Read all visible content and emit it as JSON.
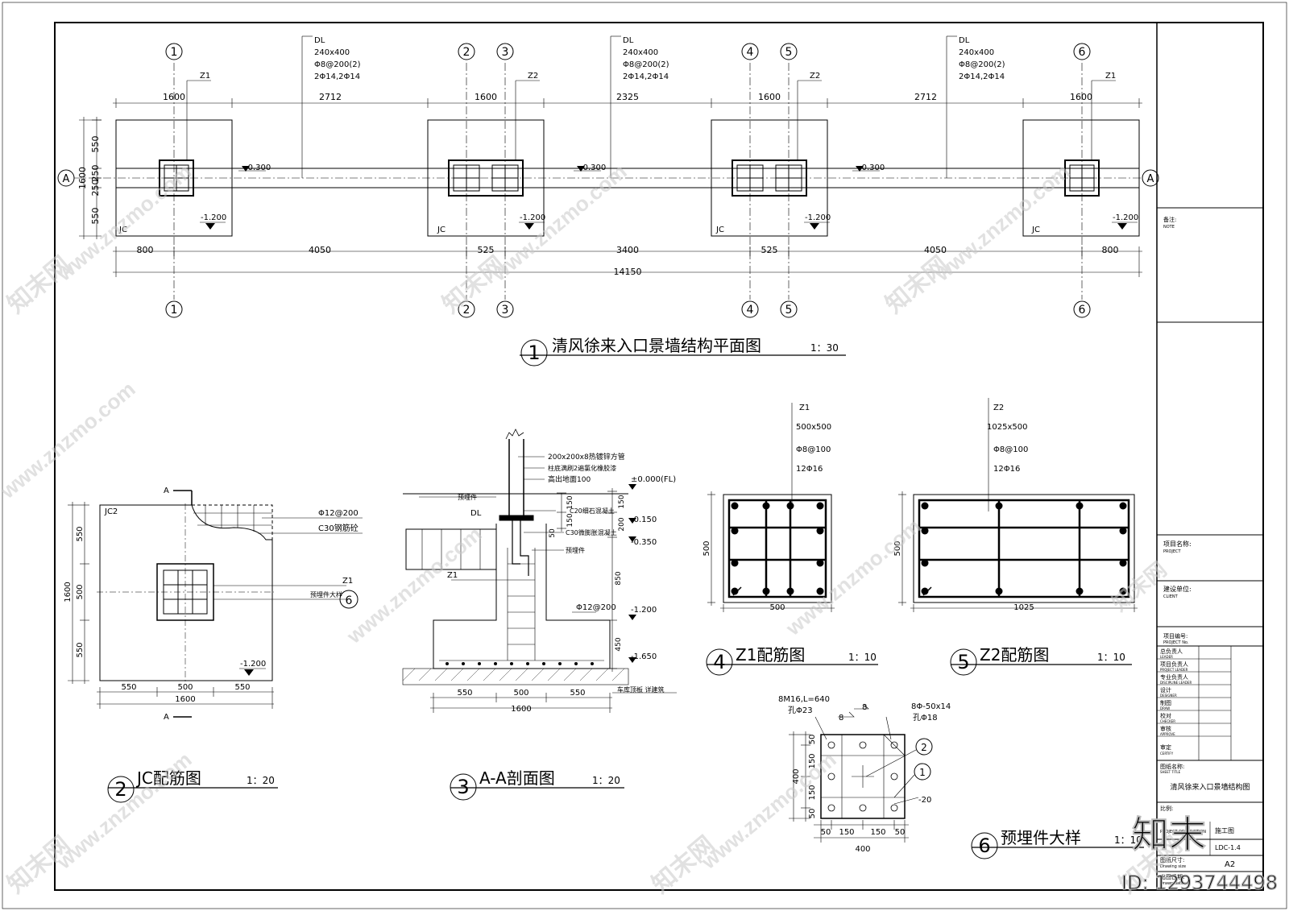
{
  "watermark": {
    "site": "www.znzmo.com",
    "brand": "知末网",
    "logo_text": "知末",
    "id_label": "ID: 1293744498"
  },
  "plan": {
    "title": "清风徐来入口景墙结构平面图",
    "scale": "1：30",
    "number": "1",
    "grid_labels": [
      "1",
      "2",
      "3",
      "4",
      "5",
      "6"
    ],
    "row_label": "A",
    "beam_notes": [
      "DL",
      "240x400",
      "Φ8@200(2)",
      "2Φ14,2Φ14"
    ],
    "column_tags": [
      "Z1",
      "Z2",
      "Z2",
      "Z1"
    ],
    "top_dims": [
      "1600",
      "2712",
      "1600",
      "2325",
      "1600",
      "2712",
      "1600"
    ],
    "bottom_dims": [
      "800",
      "4050",
      "525",
      "3400",
      "525",
      "4050",
      "800"
    ],
    "total_dim": "14150",
    "left_dims": [
      "550",
      "250",
      "250",
      "550"
    ],
    "left_total": "1600",
    "elev_beam": "-0.300",
    "elev_footing": "-1.200",
    "footing_tag": "JC"
  },
  "jc_detail": {
    "number": "2",
    "title": "JC配筋图",
    "scale": "1：20",
    "tag": "JC2",
    "rebar": "Φ12@200",
    "concrete": "C30钢筋砼",
    "col_tag": "Z1",
    "embed_note": "预埋件大样",
    "embed_ref": "6",
    "elev": "-1.200",
    "section_mark": "A",
    "dims_h": [
      "550",
      "500",
      "550"
    ],
    "dim_total": "1600",
    "dims_v": [
      "550",
      "500",
      "550"
    ],
    "dim_v_total": "1600"
  },
  "section": {
    "number": "3",
    "title": "A-A剖面图",
    "scale": "1：20",
    "pipe_note": "200x200x8热镀锌方管",
    "grout_note": "柱底满刷2遍氯化橡胶漆",
    "above_note": "高出地面100",
    "embed_note": "预埋件",
    "c20_note": "C20细石混凝土",
    "c30_note": "C30微膨胀混凝土",
    "embed_note2": "预埋件",
    "beam_tag": "DL",
    "col_tag": "Z1",
    "rebar": "Φ12@200",
    "elevs": [
      "±0.000(FL)",
      "-0.150",
      "-0.350",
      "-1.200",
      "-1.650"
    ],
    "right_dims": [
      "150",
      "200",
      "850",
      "450"
    ],
    "left_dims": [
      "150",
      "150",
      "50"
    ],
    "bottom_note": "车库顶板  详建筑",
    "dims_h": [
      "550",
      "500",
      "550"
    ],
    "dim_total": "1600"
  },
  "z1": {
    "number": "4",
    "title": "Z1配筋图",
    "scale": "1：10",
    "tag": "Z1",
    "size": "500x500",
    "stirrup": "Φ8@100",
    "bars": "12Φ16",
    "dim_w": "500",
    "dim_h": "500"
  },
  "z2": {
    "number": "5",
    "title": "Z2配筋图",
    "scale": "1：10",
    "tag": "Z2",
    "size": "1025x500",
    "stirrup": "Φ8@100",
    "bars": "12Φ16",
    "dim_w": "1025",
    "dim_h": "500"
  },
  "embed": {
    "number": "6",
    "title": "预埋件大样",
    "scale": "1：10",
    "anchor_note": "8M16,L=640",
    "hole_note": "孔Φ23",
    "weld_a": "8",
    "weld_b": "8",
    "plate_note": "8Φ-50x14",
    "plate_hole": "孔Φ18",
    "callout_1": "1",
    "callout_2": "2",
    "thickness": "-20",
    "dims_h": [
      "50",
      "150",
      "150",
      "50"
    ],
    "dim_total": "400",
    "dims_v": [
      "50",
      "150",
      "150",
      "50"
    ],
    "dim_v_total": "400"
  },
  "title_block": {
    "note_label": "备注:",
    "note_label_en": "NOTE",
    "project_label": "项目名称:",
    "project_label_en": "PROJECT",
    "client_label": "建设单位:",
    "client_label_en": "CLIENT",
    "project_no_label": "项目编号:",
    "project_no_label_en": "PROJECT No.",
    "roles": [
      {
        "cn": "总负责人",
        "en": "LEADER"
      },
      {
        "cn": "项目负责人",
        "en": "PROJECT LEADER"
      },
      {
        "cn": "专业负责人",
        "en": "DISCIPLINE LEADER"
      },
      {
        "cn": "设计",
        "en": "DESIGNER"
      },
      {
        "cn": "制图",
        "en": "DRAW"
      },
      {
        "cn": "校对",
        "en": "CHECKER"
      },
      {
        "cn": "审核",
        "en": "APPROVE"
      },
      {
        "cn": "审定",
        "en": "CERTIFY"
      }
    ],
    "sheet_title_label": "图纸名称:",
    "sheet_title_label_en": "SHEET TITLE",
    "sheet_title": "清风徐来入口景墙结构图",
    "scale_label": "比例:",
    "desc_label": "PROJECT DESCRIPTION",
    "drawing_type": "施工图",
    "sheet_no": "LDC-1.4",
    "size_label": "图纸尺寸:",
    "size_label_en": "Drawing size",
    "size": "A2",
    "date_label": "出图日期:",
    "date_label_en": "Drawn date"
  }
}
